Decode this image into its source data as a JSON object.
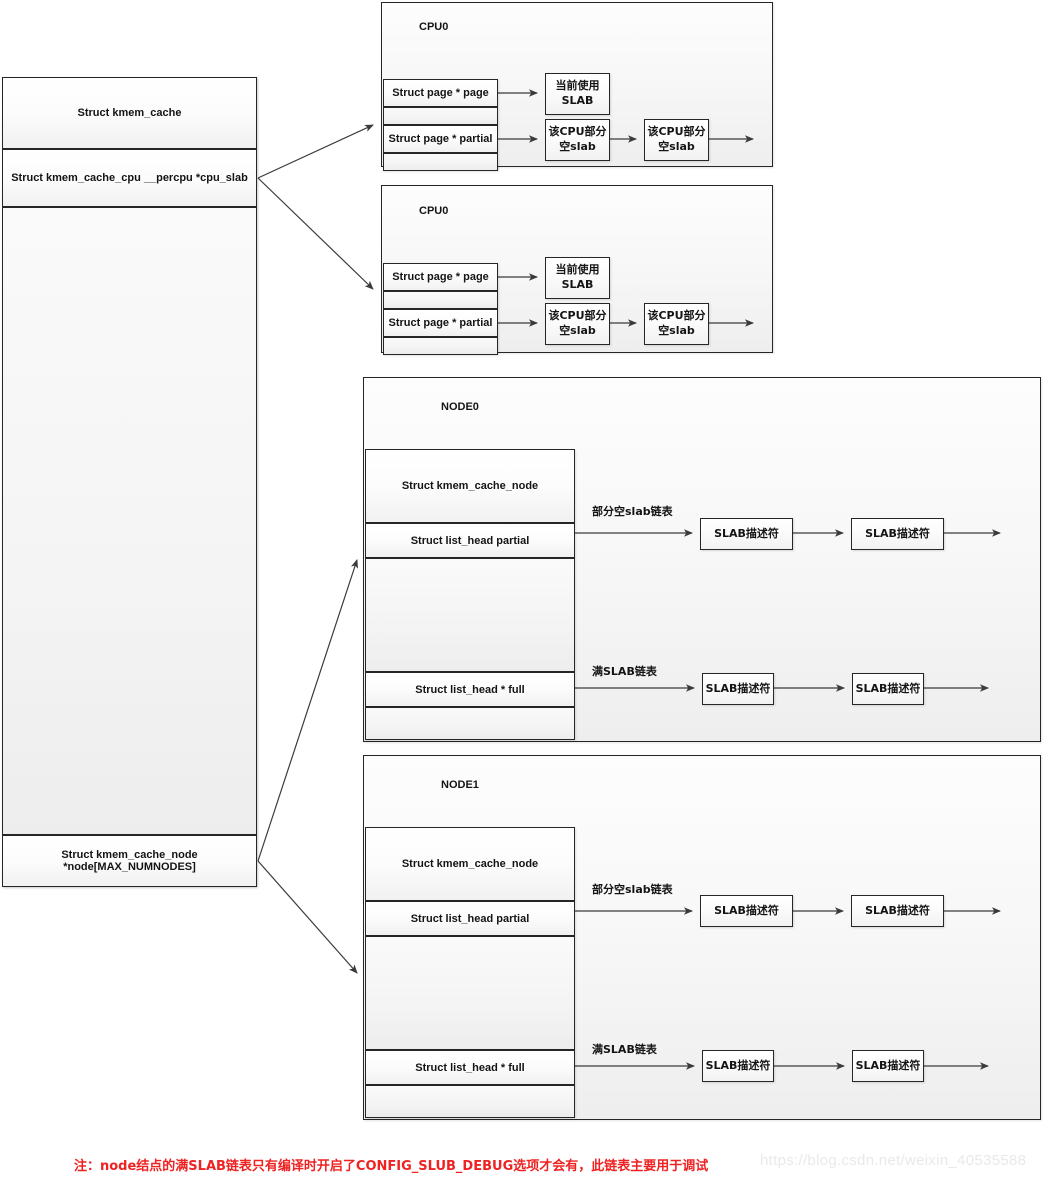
{
  "diagram": {
    "title_note": "注：node结点的满SLAB链表只有编译时开启了CONFIG_SLUB_DEBUG选项才会有，此链表主要用于调试",
    "watermark": "https://blog.csdn.net/weixin_40535588",
    "accent_note_color": "#ee2222",
    "border_color": "#262626"
  },
  "kmem_cache": {
    "rows": [
      {
        "label": "Struct kmem_cache"
      },
      {
        "label": "Struct kmem_cache_cpu  __percpu *cpu_slab"
      },
      {
        "label": ""
      },
      {
        "label": "Struct kmem_cache_node *node[MAX_NUMNODES]"
      }
    ]
  },
  "cpu_blocks": [
    {
      "title": "CPU0",
      "rows": [
        {
          "label": "Struct page * page"
        },
        {
          "label": ""
        },
        {
          "label": "Struct page * partial"
        },
        {
          "label": ""
        }
      ],
      "page_target": "当前使用\nSLAB",
      "page_target_line1": "当前使用",
      "page_target_line2": "SLAB",
      "partial_chain": [
        {
          "line1": "该CPU部分",
          "line2": "空slab"
        },
        {
          "line1": "该CPU部分",
          "line2": "空slab"
        }
      ]
    },
    {
      "title": "CPU0",
      "rows": [
        {
          "label": "Struct page * page"
        },
        {
          "label": ""
        },
        {
          "label": "Struct page * partial"
        },
        {
          "label": ""
        }
      ],
      "page_target_line1": "当前使用",
      "page_target_line2": "SLAB",
      "partial_chain": [
        {
          "line1": "该CPU部分",
          "line2": "空slab"
        },
        {
          "line1": "该CPU部分",
          "line2": "空slab"
        }
      ]
    }
  ],
  "node_blocks": [
    {
      "title": "NODE0",
      "rows": [
        {
          "label": "Struct kmem_cache_node"
        },
        {
          "label": "Struct list_head  partial"
        },
        {
          "label": ""
        },
        {
          "label": "Struct list_head * full"
        },
        {
          "label": ""
        }
      ],
      "partial_edge_label": "部分空slab链表",
      "full_edge_label": "满SLAB链表",
      "partial_chain": [
        "SLAB描述符",
        "SLAB描述符"
      ],
      "full_chain": [
        "SLAB描述符",
        "SLAB描述符"
      ]
    },
    {
      "title": "NODE1",
      "rows": [
        {
          "label": "Struct kmem_cache_node"
        },
        {
          "label": "Struct list_head  partial"
        },
        {
          "label": ""
        },
        {
          "label": "Struct list_head * full"
        },
        {
          "label": ""
        }
      ],
      "partial_edge_label": "部分空slab链表",
      "full_edge_label": "满SLAB链表",
      "partial_chain": [
        "SLAB描述符",
        "SLAB描述符"
      ],
      "full_chain": [
        "SLAB描述符",
        "SLAB描述符"
      ]
    }
  ]
}
